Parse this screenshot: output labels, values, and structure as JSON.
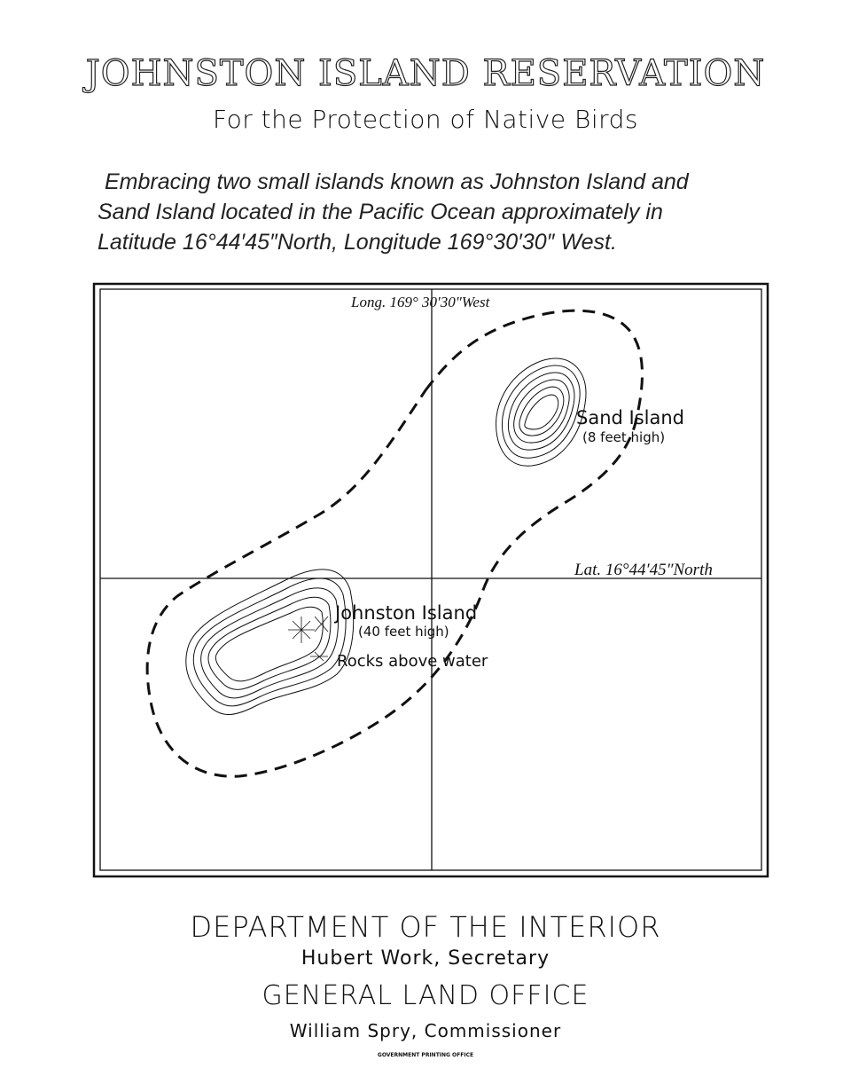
{
  "header": {
    "title": "JOHNSTON ISLAND RESERVATION",
    "subtitle": "For the Protection of Native Birds"
  },
  "description": {
    "line1": "Embracing two small islands known as Johnston Island and",
    "line2": "Sand Island located in the Pacific Ocean approximately in",
    "line3": "Latitude 16°44′45″North, Longitude 169°30′30″ West."
  },
  "map": {
    "longitude_label": "Long. 169° 30′30″West",
    "latitude_label": "Lat. 16°44′45″North",
    "sand_island": {
      "name": "Sand Island",
      "height": "(8 feet high)"
    },
    "johnston_island": {
      "name": "Johnston Island",
      "height": "(40 feet high)"
    },
    "rocks_label": "Rocks above water"
  },
  "footer": {
    "department": "DEPARTMENT OF THE INTERIOR",
    "secretary": "Hubert Work, Secretary",
    "office": "GENERAL LAND OFFICE",
    "commissioner": "William Spry, Commissioner",
    "printer": "GOVERNMENT PRINTING OFFICE"
  }
}
